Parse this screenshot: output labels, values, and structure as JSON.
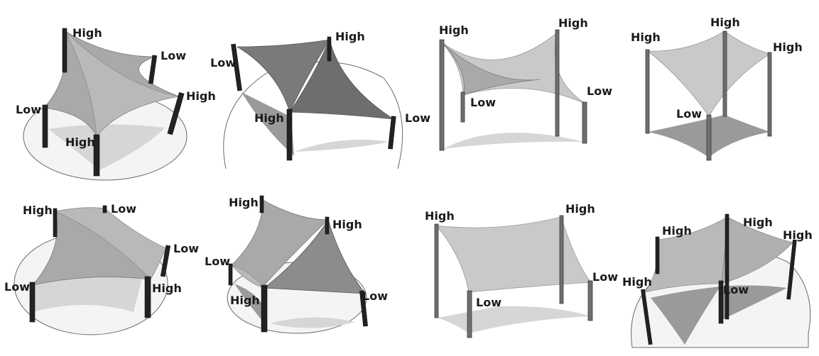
{
  "panels": [
    {
      "labels": [
        "High",
        "Low",
        "High",
        "Low",
        "High"
      ]
    },
    {
      "labels": [
        "High",
        "Low",
        "High",
        "Low"
      ]
    },
    {
      "labels": [
        "High",
        "High",
        "Low",
        "Low"
      ]
    },
    {
      "labels": [
        "High",
        "High",
        "High",
        "Low"
      ]
    },
    {
      "labels": [
        "High",
        "Low",
        "Low",
        "Low",
        "High"
      ]
    },
    {
      "labels": [
        "High",
        "High",
        "Low",
        "High",
        "Low"
      ]
    },
    {
      "labels": [
        "High",
        "High",
        "Low",
        "Low"
      ]
    },
    {
      "labels": [
        "High",
        "High",
        "High",
        "High",
        "Low"
      ]
    }
  ]
}
